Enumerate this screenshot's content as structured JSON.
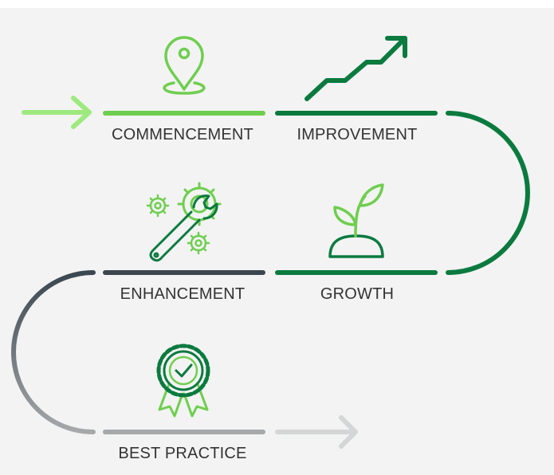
{
  "steps": [
    {
      "label": "COMMENCEMENT",
      "icon": "location-pin-icon",
      "color": "#6fce4f"
    },
    {
      "label": "IMPROVEMENT",
      "icon": "growth-arrow-icon",
      "color": "#0a7a3f"
    },
    {
      "label": "GROWTH",
      "icon": "sprout-icon",
      "color": "#0a7a3f"
    },
    {
      "label": "ENHANCEMENT",
      "icon": "wrench-gears-icon",
      "color": "#3a4750"
    },
    {
      "label": "BEST PRACTICE",
      "icon": "award-rosette-icon",
      "color": "#a6a8aa"
    }
  ],
  "colors": {
    "light_green": "#6fce4f",
    "pale_green": "#9ee97f",
    "dark_green": "#0a7a3f",
    "slate": "#3a4750",
    "gray": "#a6a8aa",
    "light_gray": "#d4d5d6",
    "background": "#f3f3f3"
  }
}
